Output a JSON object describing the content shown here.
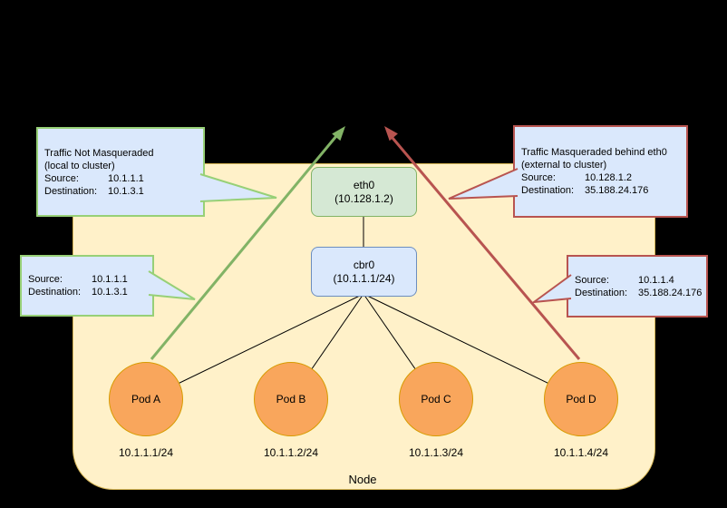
{
  "diagram": {
    "node_label": "Node",
    "eth0": {
      "line1": "eth0",
      "line2": "(10.128.1.2)"
    },
    "cbr0": {
      "line1": "cbr0",
      "line2": "(10.1.1.1/24)"
    },
    "pods": [
      {
        "name": "Pod A",
        "ip": "10.1.1.1/24"
      },
      {
        "name": "Pod B",
        "ip": "10.1.1.2/24"
      },
      {
        "name": "Pod C",
        "ip": "10.1.1.3/24"
      },
      {
        "name": "Pod D",
        "ip": "10.1.1.4/24"
      }
    ],
    "callouts": [
      {
        "lines": [
          "Traffic Not Masqueraded",
          "(local to cluster)"
        ],
        "source_label": "Source:",
        "source": "10.1.1.1",
        "dest_label": "Destination:",
        "dest": "10.1.3.1"
      },
      {
        "source_label": "Source:",
        "source": "10.1.1.1",
        "dest_label": "Destination:",
        "dest": "10.1.3.1"
      },
      {
        "lines": [
          "Traffic Masqueraded behind eth0",
          "(external to cluster)"
        ],
        "source_label": "Source:",
        "source": "10.128.1.2",
        "dest_label": "Destination:",
        "dest": "35.188.24.176"
      },
      {
        "source_label": "Source:",
        "source": "10.1.1.4",
        "dest_label": "Destination:",
        "dest": "35.188.24.176"
      }
    ]
  },
  "colors": {
    "background": "#000000",
    "node_fill": "#FFF1C9",
    "node_border": "#D6B656",
    "eth0_fill": "#D5E8D4",
    "eth0_border": "#82B366",
    "cbr0_fill": "#DAE8FC",
    "cbr0_border": "#6C8EBF",
    "pod_fill": "#F9A65C",
    "pod_border": "#D79B00",
    "callout_fill": "#DAE8FC",
    "callout_border_green": "#97D077",
    "callout_border_red": "#B85450",
    "green_arrow": "#82B366",
    "red_arrow": "#B85450",
    "connector": "#000000"
  }
}
